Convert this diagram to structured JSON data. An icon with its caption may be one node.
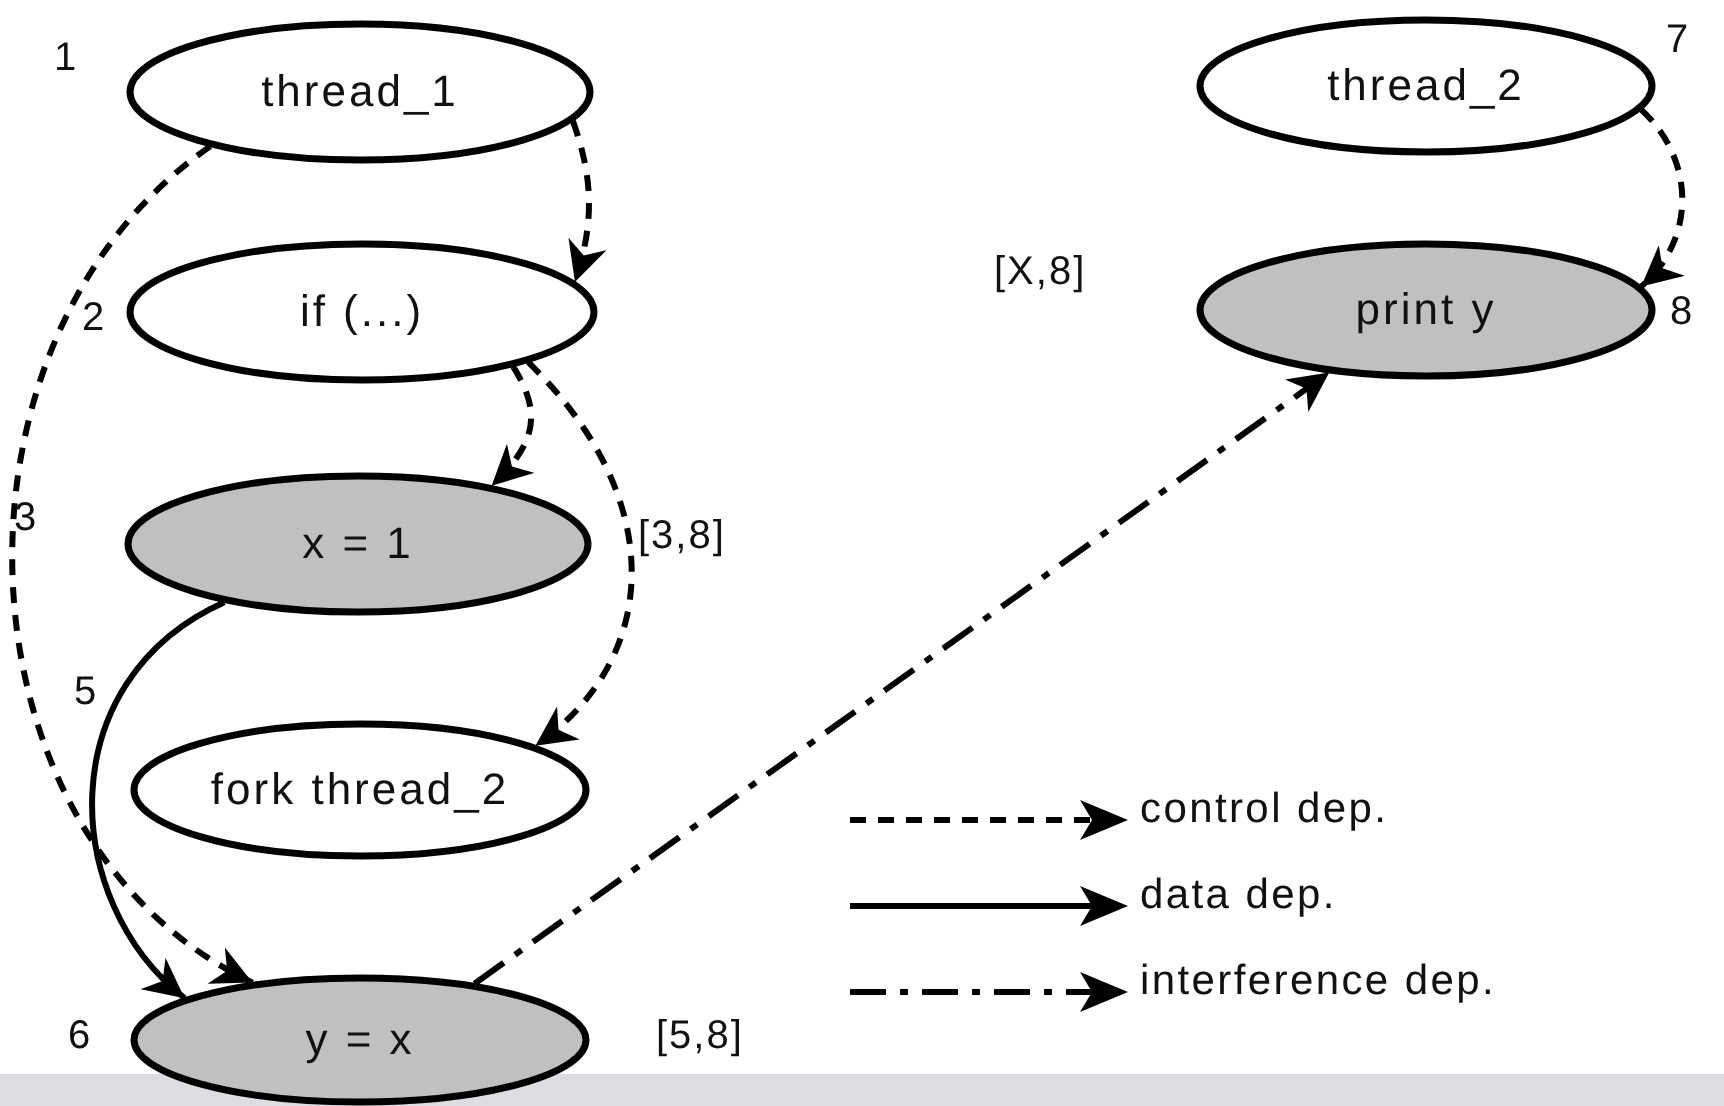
{
  "diagram": {
    "nodes": [
      {
        "text": [
          "thread_1"
        ],
        "beside": [
          "1"
        ]
      },
      {
        "text": [
          "if (...)"
        ],
        "beside": [
          "2"
        ]
      },
      {
        "text": [
          "x = 1"
        ],
        "beside": [
          "3",
          "[3,8]"
        ]
      },
      {
        "text": [
          "fork thread_2"
        ],
        "beside": [
          "5"
        ]
      },
      {
        "text": [
          "y = x"
        ],
        "beside": [
          "6",
          "[5,8]"
        ]
      },
      {
        "text": [
          "thread_2"
        ],
        "beside": [
          "7"
        ]
      },
      {
        "text": [
          "print y"
        ],
        "beside": [
          "8",
          "[X,8]"
        ]
      }
    ],
    "edges": [
      {
        "from": 0,
        "to": 1,
        "arrow": "to",
        "style": "dashed"
      },
      {
        "from": 0,
        "to": 4,
        "arrow": "to",
        "style": "dashed"
      },
      {
        "from": 1,
        "to": 2,
        "arrow": "to",
        "style": "dashed"
      },
      {
        "from": 1,
        "to": 3,
        "arrow": "to",
        "style": "dashed"
      },
      {
        "from": 2,
        "to": 4,
        "arrow": "to"
      },
      {
        "from": 5,
        "to": 6,
        "arrow": "to",
        "style": "dashed"
      },
      {
        "from": 4,
        "to": 6,
        "arrow": "to",
        "style": "dashed"
      }
    ],
    "legend": [
      {
        "text": "control dep."
      },
      {
        "text": "data dep."
      },
      {
        "text": "interference dep."
      }
    ]
  }
}
